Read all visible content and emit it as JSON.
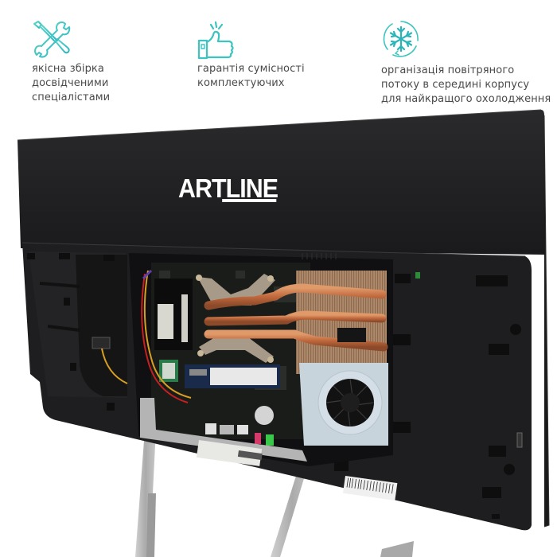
{
  "features": [
    {
      "icon": "tools-icon",
      "lines": [
        "якісна збірка",
        "досвідченими",
        "спеціалістами"
      ]
    },
    {
      "icon": "thumbs-up-icon",
      "lines": [
        "гарантія сумісності",
        "комплектуючих"
      ]
    },
    {
      "icon": "snowflake-airflow-icon",
      "lines": [
        "організація повітряного",
        "потоку в середині корпусу",
        "для найкращого охолодження"
      ]
    }
  ],
  "product": {
    "brand": "ARTLINE",
    "description_image": "all-in-one-pc-rear-open-case"
  },
  "colors": {
    "accent": "#3cc4c0",
    "text": "#4a4a4a",
    "case": "#1c1c1e",
    "copper": "#c8774a",
    "stand": "#b8b8b8"
  }
}
